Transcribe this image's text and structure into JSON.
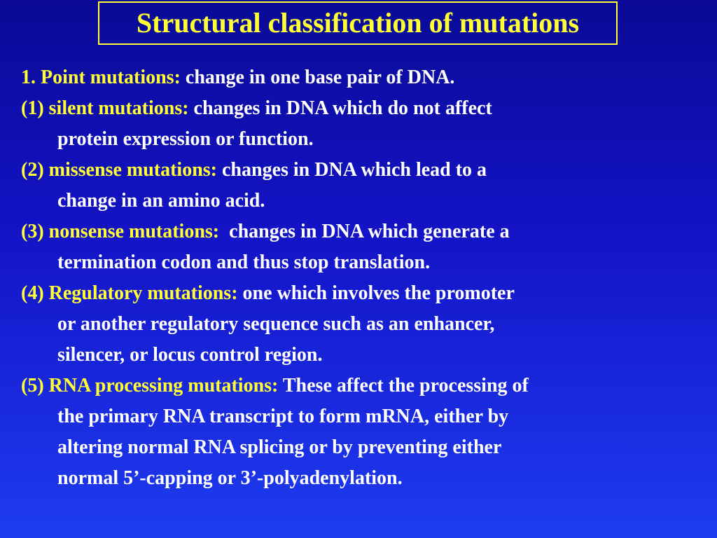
{
  "slide": {
    "title": "Structural classification of mutations"
  },
  "items": [
    {
      "term": "1. Point mutations:",
      "desc": " change in one base pair of DNA.",
      "cont": []
    },
    {
      "term": "(1) silent mutations:",
      "desc": " changes in DNA which do not affect",
      "cont": [
        "protein expression or function."
      ]
    },
    {
      "term": "(2) missense mutations:",
      "desc": " changes in DNA which lead to a",
      "cont": [
        "change in an amino acid."
      ]
    },
    {
      "term": "(3) nonsense mutations:",
      "desc": "  changes in DNA which generate a",
      "cont": [
        "termination codon and thus stop translation."
      ]
    },
    {
      "term": "(4) Regulatory mutations:",
      "desc": " one which involves the promoter",
      "cont": [
        "or another regulatory sequence such as an enhancer,",
        "silencer, or locus control region."
      ]
    },
    {
      "term": "(5) RNA processing mutations:",
      "desc": " These affect the processing of",
      "cont": [
        "the primary RNA transcript to form mRNA, either by",
        "altering normal RNA splicing or by preventing either",
        "normal 5’-capping or 3’-polyadenylation."
      ]
    }
  ]
}
